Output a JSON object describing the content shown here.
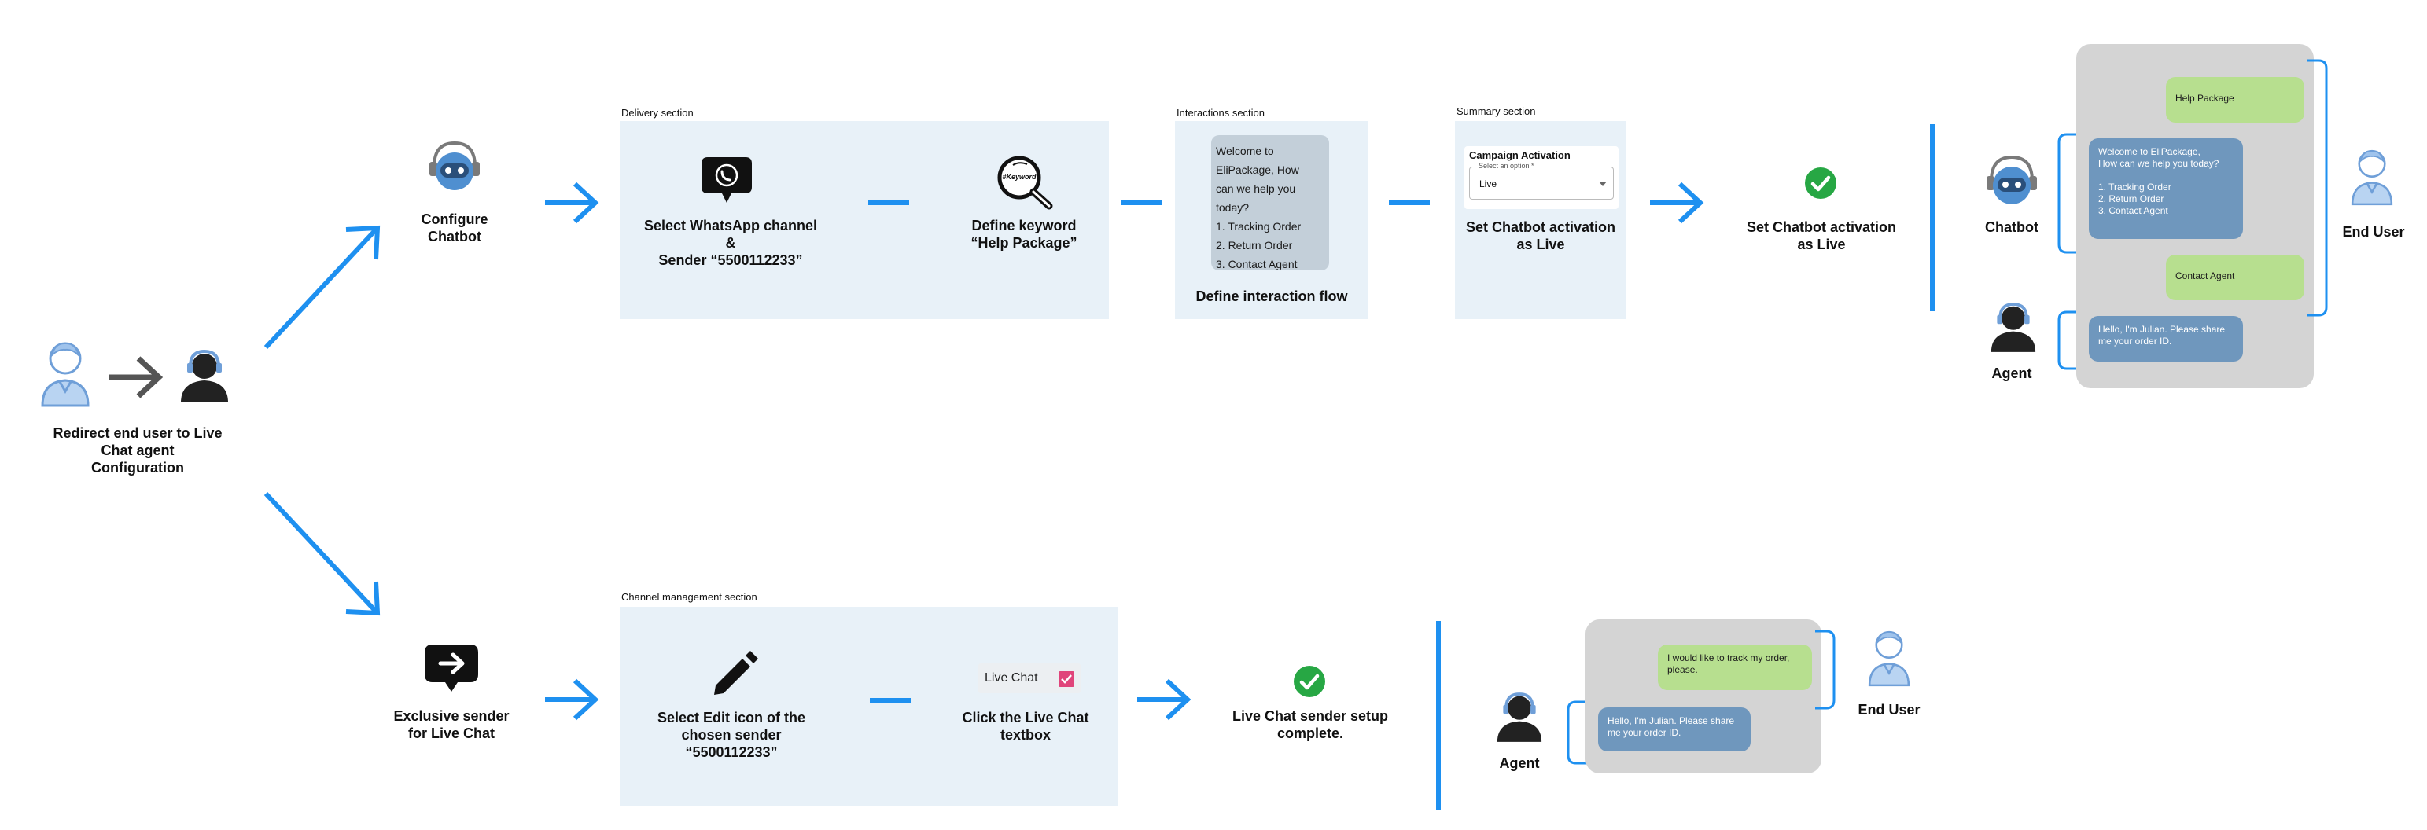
{
  "colors": {
    "accent": "#1e90f0",
    "panel": "#e8f1f8",
    "phone": "#d4d4d4",
    "green_bubble": "#b7df8f",
    "blue_bubble": "#6f97bd",
    "check": "#27a744",
    "live_chat_check": "#e0457b"
  },
  "start": {
    "label": "Redirect end user to Live\nChat agent\nConfiguration"
  },
  "top": {
    "configure_label": "Configure\nChatbot",
    "delivery_section": "Delivery section",
    "whatsapp_label": "Select WhatsApp channel\n&\nSender “5500112233”",
    "keyword_label": "Define keyword\n“Help Package”",
    "keyword_icon_text": "#Keyword",
    "interactions_section": "Interactions section",
    "interaction_card": "Welcome to\nEliPackage, How\ncan we help you\ntoday?\n1. Tracking Order\n2. Return Order\n3. Contact Agent",
    "interaction_label": "Define interaction flow",
    "summary_section": "Summary section",
    "campaign_title": "Campaign Activation",
    "select_label": "Select an option *",
    "select_value": "Live",
    "summary_label": "Set Chatbot activation\nas Live",
    "result_label": "Set Chatbot activation\nas Live",
    "chat": {
      "msg1": "Help Package",
      "msg2": "Welcome to EliPackage,\nHow can we help you today?\n\n 1. Tracking Order\n 2. Return Order\n 3. Contact Agent",
      "msg3": "Contact Agent",
      "msg4": "Hello,  I'm Julian. Please share\nme your order ID.",
      "chatbot_label": "Chatbot",
      "agent_label": "Agent",
      "enduser_label": "End User"
    }
  },
  "bottom": {
    "exclusive_label": "Exclusive sender\nfor Live Chat",
    "channel_section": "Channel management section",
    "edit_label": "Select Edit icon of the\nchosen sender\n“5500112233”",
    "live_chat_textbox": "Live Chat",
    "live_chat_label": "Click the Live Chat\ntextbox",
    "complete_label": "Live Chat sender setup\ncomplete.",
    "chat": {
      "msg1": "I would like to track my order,\nplease.",
      "msg2": "Hello,  I'm Julian. Please share\nme your order ID.",
      "agent_label": "Agent",
      "enduser_label": "End User"
    }
  }
}
